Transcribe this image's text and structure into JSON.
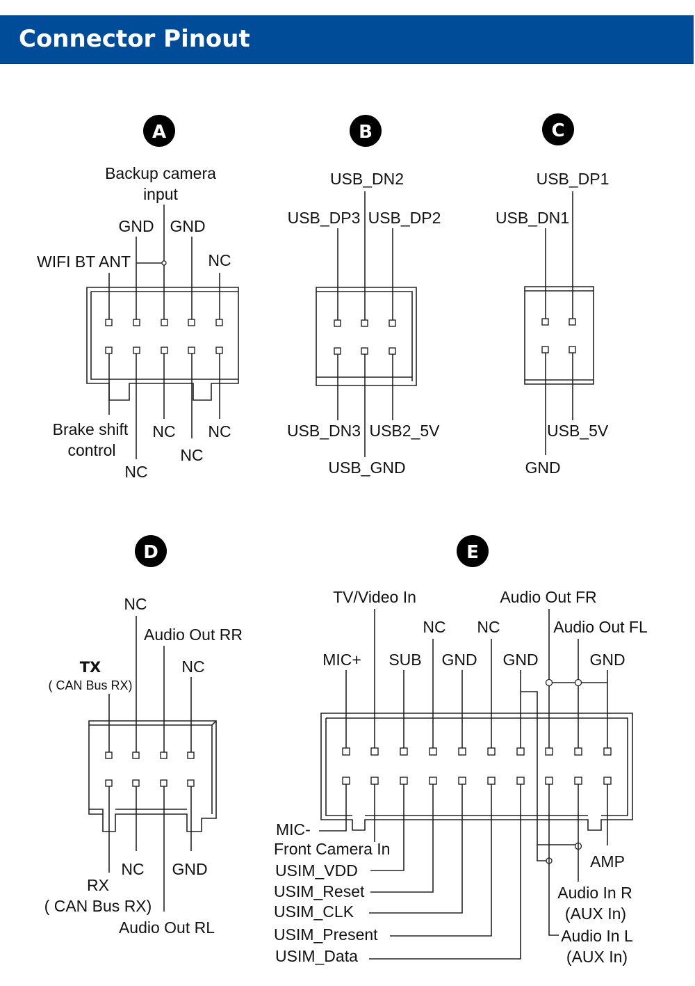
{
  "header": {
    "title": "Connector Pinout",
    "background_color": "#004c98",
    "text_color": "#ffffff"
  },
  "connectors": {
    "A": {
      "badge": "A",
      "top_labels": {
        "backup_camera_line1": "Backup camera",
        "backup_camera_line2": "input",
        "gnd_left": "GND",
        "gnd_right": "GND",
        "wifi": "WIFI BT ANT",
        "nc": "NC"
      },
      "bottom_labels": {
        "brake_line1": "Brake shift",
        "brake_line2": "control",
        "nc_1": "NC",
        "nc_2": "NC",
        "nc_3": "NC",
        "nc_4": "NC"
      },
      "pins_per_row": 5
    },
    "B": {
      "badge": "B",
      "top_labels": {
        "dn2": "USB_DN2",
        "dp3": "USB_DP3",
        "dp2": "USB_DP2"
      },
      "bottom_labels": {
        "dn3": "USB_DN3",
        "v5": "USB2_5V",
        "gnd": "USB_GND"
      },
      "pins_per_row": 3
    },
    "C": {
      "badge": "C",
      "top_labels": {
        "dp1": "USB_DP1",
        "dn1": "USB_DN1"
      },
      "bottom_labels": {
        "v5": "USB_5V",
        "gnd": "GND"
      },
      "pins_per_row": 2
    },
    "D": {
      "badge": "D",
      "top_labels": {
        "nc_top": "NC",
        "audio_rr": "Audio Out RR",
        "tx": "TX",
        "tx_sub": "( CAN Bus RX)",
        "nc_right": "NC"
      },
      "bottom_labels": {
        "nc": "NC",
        "gnd": "GND",
        "rx": "RX",
        "rx_sub": "( CAN Bus RX)",
        "audio_rl": "Audio Out RL"
      },
      "pins_per_row": 4
    },
    "E": {
      "badge": "E",
      "top_labels": {
        "tv": "TV/Video In",
        "audio_fr": "Audio Out FR",
        "nc_1": "NC",
        "nc_2": "NC",
        "audio_fl": "Audio Out FL",
        "mic_plus": "MIC+",
        "sub": "SUB",
        "gnd_1": "GND",
        "gnd_2": "GND",
        "gnd_3": "GND"
      },
      "bottom_labels": {
        "mic_minus": "MIC-",
        "front_cam": "Front Camera In",
        "usim_vdd": "USIM_VDD",
        "usim_reset": "USIM_Reset",
        "usim_clk": "USIM_CLK",
        "usim_present": "USIM_Present",
        "usim_data": "USIM_Data",
        "amp": "AMP",
        "audio_in_r": "Audio In R",
        "audio_in_r_sub": "(AUX In)",
        "audio_in_l": "Audio In L",
        "audio_in_l_sub": "(AUX In)"
      },
      "pins_per_row": 10
    }
  }
}
